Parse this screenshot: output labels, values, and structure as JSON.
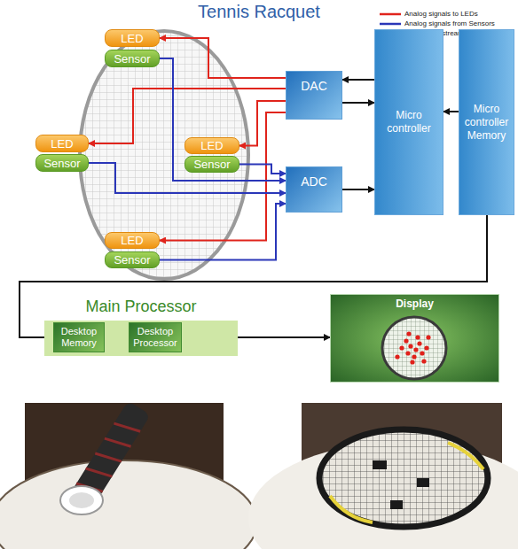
{
  "diagram": {
    "title": "Tennis Racquet",
    "nodes": [
      {
        "text": [
          "LED"
        ]
      },
      {
        "text": [
          "Sensor"
        ]
      },
      {
        "text": [
          "DAC"
        ]
      },
      {
        "text": [
          "Micro controller"
        ]
      },
      {
        "text": [
          "Micro controller Memory"
        ]
      },
      {
        "text": [
          "LED"
        ]
      },
      {
        "text": [
          "Sensor"
        ]
      },
      {
        "text": [
          "LED"
        ]
      },
      {
        "text": [
          "Sensor"
        ]
      },
      {
        "text": [
          "ADC"
        ]
      },
      {
        "text": [
          "LED"
        ]
      },
      {
        "text": [
          "Sensor"
        ]
      },
      {
        "text": [
          "Main Processor"
        ]
      },
      {
        "text": [
          "Desktop Memory"
        ],
        "in": 12
      },
      {
        "text": [
          "Desktop Processor"
        ],
        "in": 12
      },
      {
        "text": [
          "Display"
        ]
      }
    ],
    "edges": [
      {
        "from": 3,
        "to": 2,
        "arrow": "to"
      },
      {
        "from": 2,
        "to": 3,
        "arrow": "to"
      },
      {
        "from": 9,
        "to": 3,
        "arrow": "to"
      },
      {
        "from": 4,
        "to": 3,
        "arrow": "to"
      },
      {
        "from": 2,
        "to": 0,
        "arrow": "to"
      },
      {
        "from": 2,
        "to": 5,
        "arrow": "to"
      },
      {
        "from": 2,
        "to": 7,
        "arrow": "to"
      },
      {
        "from": 2,
        "to": 10,
        "arrow": "to"
      },
      {
        "from": 1,
        "to": 9,
        "arrow": "to"
      },
      {
        "from": 6,
        "to": 9,
        "arrow": "to"
      },
      {
        "from": 8,
        "to": 9,
        "arrow": "to"
      },
      {
        "from": 11,
        "to": 9,
        "arrow": "to"
      },
      {
        "from": 4,
        "to": 13,
        "arrow": "to"
      },
      {
        "from": 13,
        "to": 14,
        "arrow": "to"
      },
      {
        "from": 12,
        "to": 15,
        "arrow": "to"
      }
    ],
    "legend": [
      {
        "text": "Analog signals to LEDs"
      },
      {
        "text": "Analog signals from Sensors"
      },
      {
        "text": "Digital data stream"
      }
    ]
  }
}
